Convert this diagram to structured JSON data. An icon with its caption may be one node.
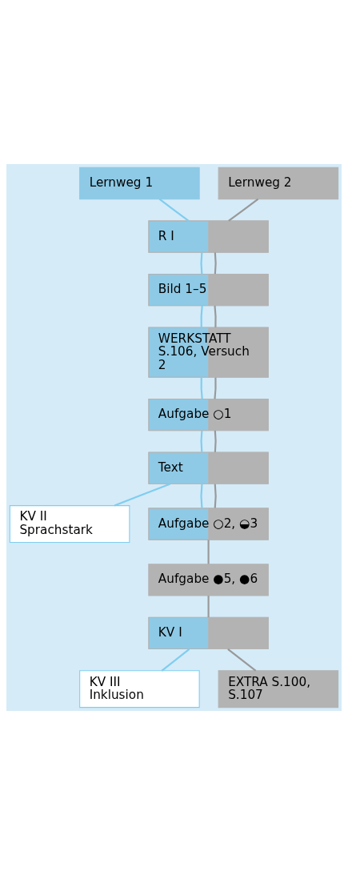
{
  "diagram": {
    "nodes": [
      {
        "text": [
          "Lernweg 1"
        ]
      },
      {
        "text": [
          "Lernweg 2"
        ]
      },
      {
        "text": [
          "R I"
        ]
      },
      {
        "text": [
          "Bild 1–5"
        ]
      },
      {
        "text": [
          "WERKSTATT S.106, Versuch 2"
        ]
      },
      {
        "text": [
          "Aufgabe ○1"
        ]
      },
      {
        "text": [
          "Text"
        ]
      },
      {
        "text": [
          "KV II Sprachstark"
        ]
      },
      {
        "text": [
          "Aufgabe ○2, ◒3"
        ]
      },
      {
        "text": [
          "Aufgabe ●5, ●6"
        ]
      },
      {
        "text": [
          "KV I"
        ]
      },
      {
        "text": [
          "KV III Inklusion"
        ]
      },
      {
        "text": [
          "EXTRA S.100, S.107"
        ]
      }
    ],
    "edges": [
      {
        "from": 0,
        "to": 2,
        "arrow": "none",
        "color": "#7fcdf0"
      },
      {
        "from": 1,
        "to": 2,
        "arrow": "none"
      },
      {
        "from": 2,
        "to": 3,
        "arrow": "none",
        "color": "#7fcdf0"
      },
      {
        "from": 2,
        "to": 3,
        "arrow": "none"
      },
      {
        "from": 3,
        "to": 4,
        "arrow": "none",
        "color": "#7fcdf0"
      },
      {
        "from": 3,
        "to": 4,
        "arrow": "none"
      },
      {
        "from": 4,
        "to": 5,
        "arrow": "none",
        "color": "#7fcdf0"
      },
      {
        "from": 4,
        "to": 5,
        "arrow": "none"
      },
      {
        "from": 5,
        "to": 6,
        "arrow": "none",
        "color": "#7fcdf0"
      },
      {
        "from": 5,
        "to": 6,
        "arrow": "none"
      },
      {
        "from": 6,
        "to": 7,
        "arrow": "none",
        "color": "#7fcdf0"
      },
      {
        "from": 6,
        "to": 8,
        "arrow": "none",
        "color": "#7fcdf0"
      },
      {
        "from": 6,
        "to": 8,
        "arrow": "none"
      },
      {
        "from": 8,
        "to": 9,
        "arrow": "none"
      },
      {
        "from": 9,
        "to": 10,
        "arrow": "none"
      },
      {
        "from": 10,
        "to": 11,
        "arrow": "none",
        "color": "#7fcdf0"
      },
      {
        "from": 10,
        "to": 12,
        "arrow": "none"
      }
    ]
  }
}
